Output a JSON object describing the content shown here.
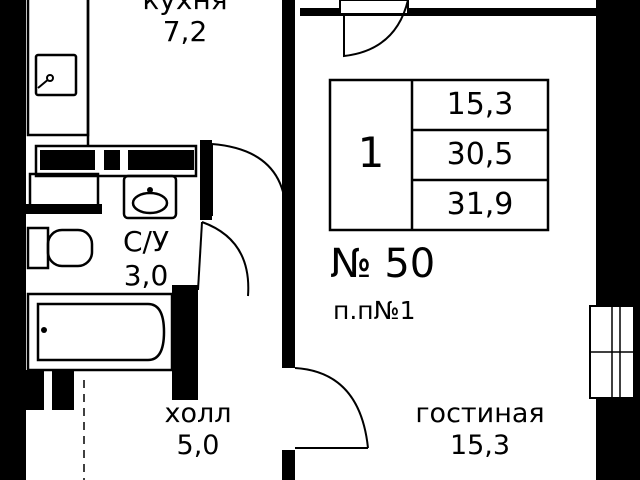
{
  "rooms": [
    {
      "id": "kitchen",
      "name": "кухня",
      "area": "7,2"
    },
    {
      "id": "bathroom",
      "name": "С/У",
      "area": "3,0"
    },
    {
      "id": "hall",
      "name": "холл",
      "area": "5,0"
    },
    {
      "id": "living",
      "name": "гостиная",
      "area": "15,3"
    }
  ],
  "apartment": {
    "rooms_count": "1",
    "areas": [
      "15,3",
      "30,5",
      "31,9"
    ],
    "number": "№ 50",
    "position": "п.п№1"
  },
  "colors": {
    "wall": "#000000",
    "fixture": "#000000",
    "background": "#ffffff"
  }
}
